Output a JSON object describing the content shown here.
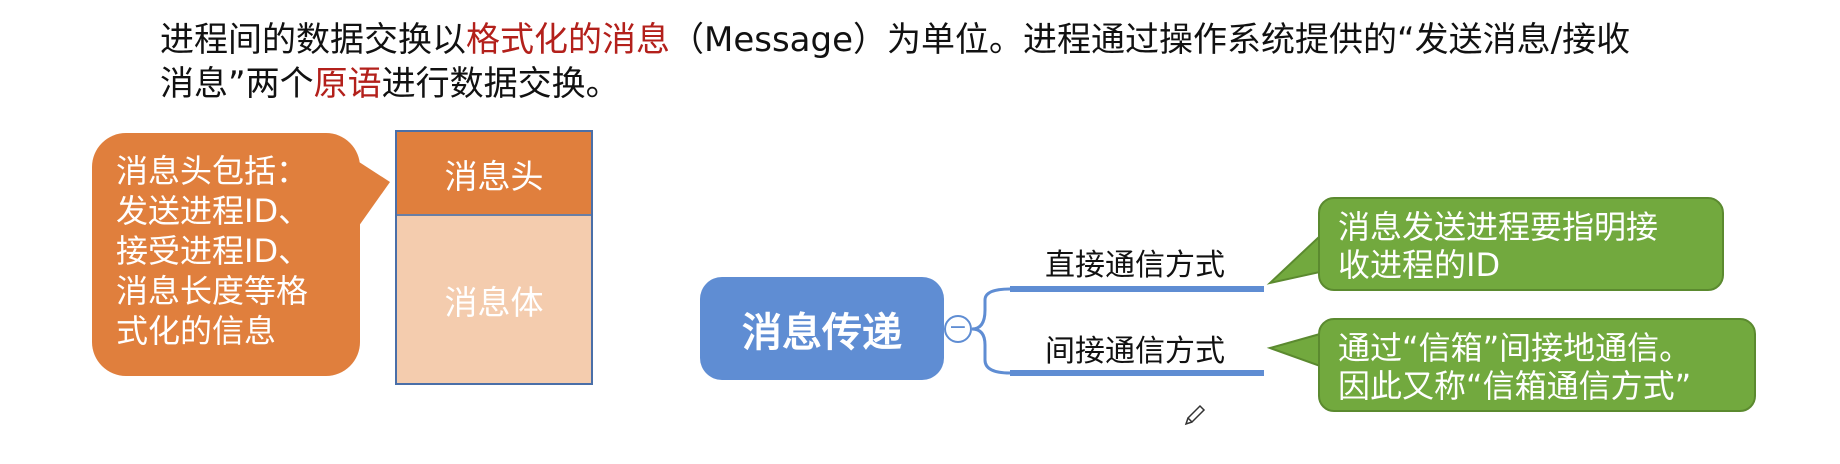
{
  "paragraph": {
    "line1_before": "进程间的数据交换以",
    "line1_highlight": "格式化的消息",
    "line1_after": "（Message）为单位。进程通过操作系统提供的“发送消息/接收",
    "line2_before": "消息”两个",
    "line2_highlight": "原语",
    "line2_after": "进行数据交换。"
  },
  "message_structure": {
    "header_label": "消息头",
    "body_label": "消息体"
  },
  "header_callout": {
    "lines": [
      "消息头包括：",
      "发送进程ID、",
      "接受进程ID、",
      "消息长度等格",
      "式化的信息"
    ]
  },
  "mindmap": {
    "central": "消息传递",
    "collapse_symbol": "−",
    "branches": [
      {
        "label": "直接通信方式",
        "note_lines": [
          "消息发送进程要指明接",
          "收进程的ID"
        ]
      },
      {
        "label": "间接通信方式",
        "note_lines": [
          "通过“信箱”间接地通信。",
          "因此又称“信箱通信方式”"
        ]
      }
    ]
  },
  "colors": {
    "highlight_text": "#b3201b",
    "orange": "#e07f3d",
    "light_orange": "#f4ccae",
    "blue": "#5f8dd3",
    "green": "#72a93e"
  }
}
